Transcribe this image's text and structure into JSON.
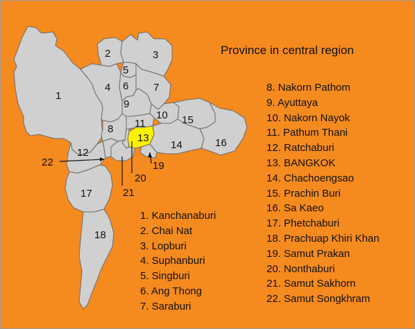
{
  "map": {
    "title": "Province in central region",
    "region_numbers": [
      "1",
      "2",
      "3",
      "4",
      "5",
      "6",
      "7",
      "8",
      "9",
      "10",
      "11",
      "12",
      "13",
      "14",
      "15",
      "16",
      "17",
      "18",
      "19",
      "20",
      "21",
      "22"
    ],
    "highlight_color": "#fff200",
    "province_color": "#d0d0d0",
    "background_color": "#f58a1f"
  },
  "legend": {
    "left": [
      "1. Kanchanaburi",
      "2. Chai Nat",
      "3. Lopburi",
      "4. Suphanburi",
      "5. Singburi",
      "6. Ang Thong",
      "7. Saraburi"
    ],
    "right": [
      "8. Nakorn Pathom",
      "9. Ayuttaya",
      "10. Nakorn Nayok",
      "11. Pathum Thani",
      "12. Ratchaburi",
      "13. BANGKOK",
      "14. Chachoengsao",
      "15. Prachin Buri",
      "16. Sa Kaeo",
      "17. Phetchaburi",
      "18. Prachuap Khiri Khan",
      "19. Samut Prakan",
      "20. Nonthaburi",
      "21. Samut Sakhorn",
      "22. Samut Songkhram"
    ]
  }
}
